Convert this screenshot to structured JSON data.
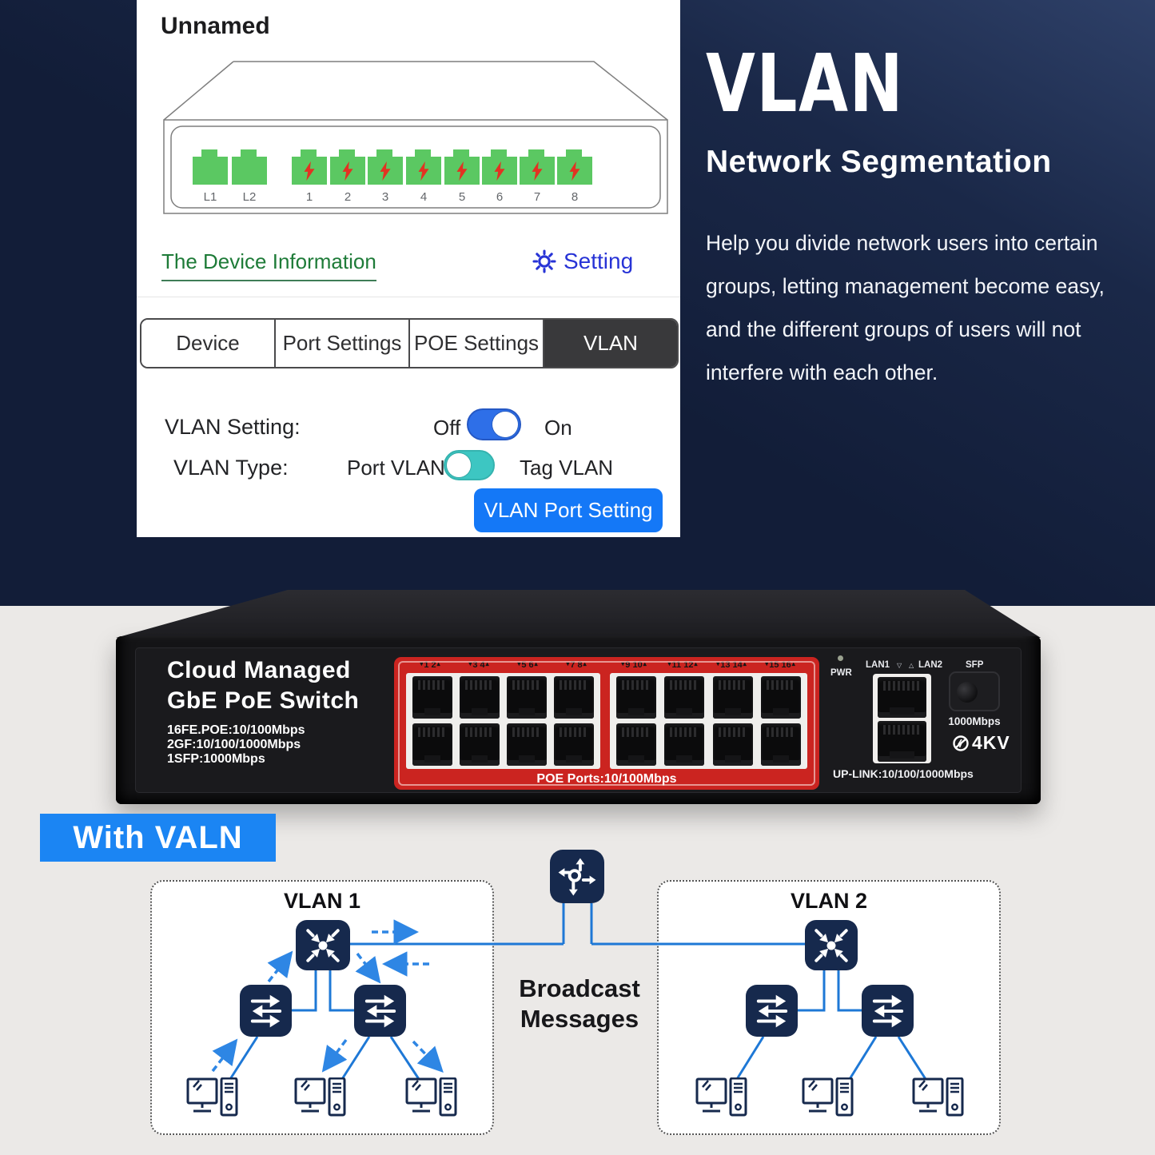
{
  "app": {
    "title": "Unnamed",
    "port_labels": [
      "L1",
      "L2",
      "1",
      "2",
      "3",
      "4",
      "5",
      "6",
      "7",
      "8"
    ],
    "info_link": "The Device Information",
    "setting_label": "Setting",
    "tabs": [
      {
        "label": "Device",
        "active": false
      },
      {
        "label": "Port Settings",
        "active": false
      },
      {
        "label": "POE Settings",
        "active": false
      },
      {
        "label": "VLAN",
        "active": true
      }
    ],
    "vlan_setting": {
      "label": "VLAN Setting:",
      "off": "Off",
      "on": "On",
      "state": "on"
    },
    "vlan_type": {
      "label": "VLAN Type:",
      "left": "Port VLAN",
      "right": "Tag VLAN",
      "state": "port-vlan"
    },
    "button_label": "VLAN Port Setting"
  },
  "hero": {
    "title": "VLAN",
    "subtitle": "Network Segmentation",
    "description": "Help you divide network users into certain groups, letting management become easy, and the different groups of users will not interfere with each other."
  },
  "switch": {
    "brand_line1": "Cloud Managed",
    "brand_line2": "GbE PoE Switch",
    "specs": [
      "16FE.POE:10/100Mbps",
      "2GF:10/100/1000Mbps",
      "1SFP:1000Mbps"
    ],
    "pair_labels": [
      "1  2",
      "3  4",
      "5  6",
      "7  8",
      "9  10",
      "11  12",
      "13  14",
      "15  16"
    ],
    "poe_label": "POE Ports:10/100Mbps",
    "pwr_label": "PWR",
    "lan1_label": "LAN1",
    "lan2_label": "LAN2",
    "sfp_label": "SFP",
    "sfp_speed": "1000Mbps",
    "surge_label": "4KV",
    "uplink_label": "UP-LINK:10/100/1000Mbps"
  },
  "icons": {
    "lan1_mark": "▽",
    "lan2_mark": "△"
  },
  "bottom": {
    "badge": "With VALN",
    "vlan1_title": "VLAN 1",
    "vlan2_title": "VLAN 2",
    "broadcast_line1": "Broadcast",
    "broadcast_line2": "Messages"
  },
  "colors": {
    "navy_bg": "#15213d",
    "gray_bg": "#ebe9e7",
    "accent_blue": "#1478f7",
    "toggle_blue": "#2e6fe8",
    "toggle_teal": "#3dc6c2",
    "link_green": "#1e7b38",
    "setting_blue": "#2733d6",
    "port_green": "#5bc862",
    "bolt_red": "#e23222",
    "panel_red": "#cb2420",
    "diagram_navy": "#16294d",
    "line_blue": "#1e78d6"
  }
}
